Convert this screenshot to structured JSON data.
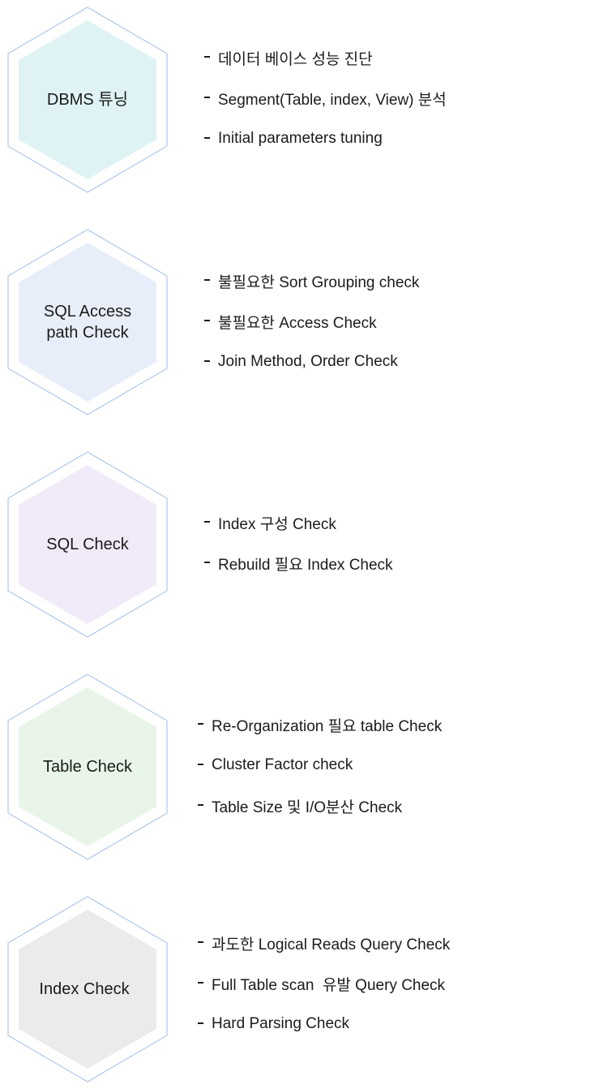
{
  "sections": [
    {
      "title": "DBMS 튜닝",
      "fill": "#dff3f4",
      "items": [
        "데이터 베이스 성능 진단",
        "Segment(Table, index, View) 분석",
        "Initial parameters tuning"
      ]
    },
    {
      "title": "SQL Access\npath Check",
      "fill": "#e8eef9",
      "items": [
        "불필요한 Sort Grouping check",
        "불필요한 Access Check",
        "Join Method, Order Check"
      ]
    },
    {
      "title": "SQL Check",
      "fill": "#f1eaf8",
      "items": [
        "Index 구성 Check",
        "Rebuild 필요 Index Check"
      ]
    },
    {
      "title": "Table Check",
      "fill": "#e8f5e8",
      "items": [
        "Re-Organization 필요 table Check",
        "Cluster Factor check",
        "Table Size 및 I/O분산 Check"
      ]
    },
    {
      "title": "Index Check",
      "fill": "#ebebeb",
      "items": [
        "과도한 Logical Reads Query Check",
        "Full Table scan  유발 Query Check",
        "Hard Parsing Check"
      ]
    }
  ],
  "colors": {
    "hex_outline": "#9dbde6"
  }
}
